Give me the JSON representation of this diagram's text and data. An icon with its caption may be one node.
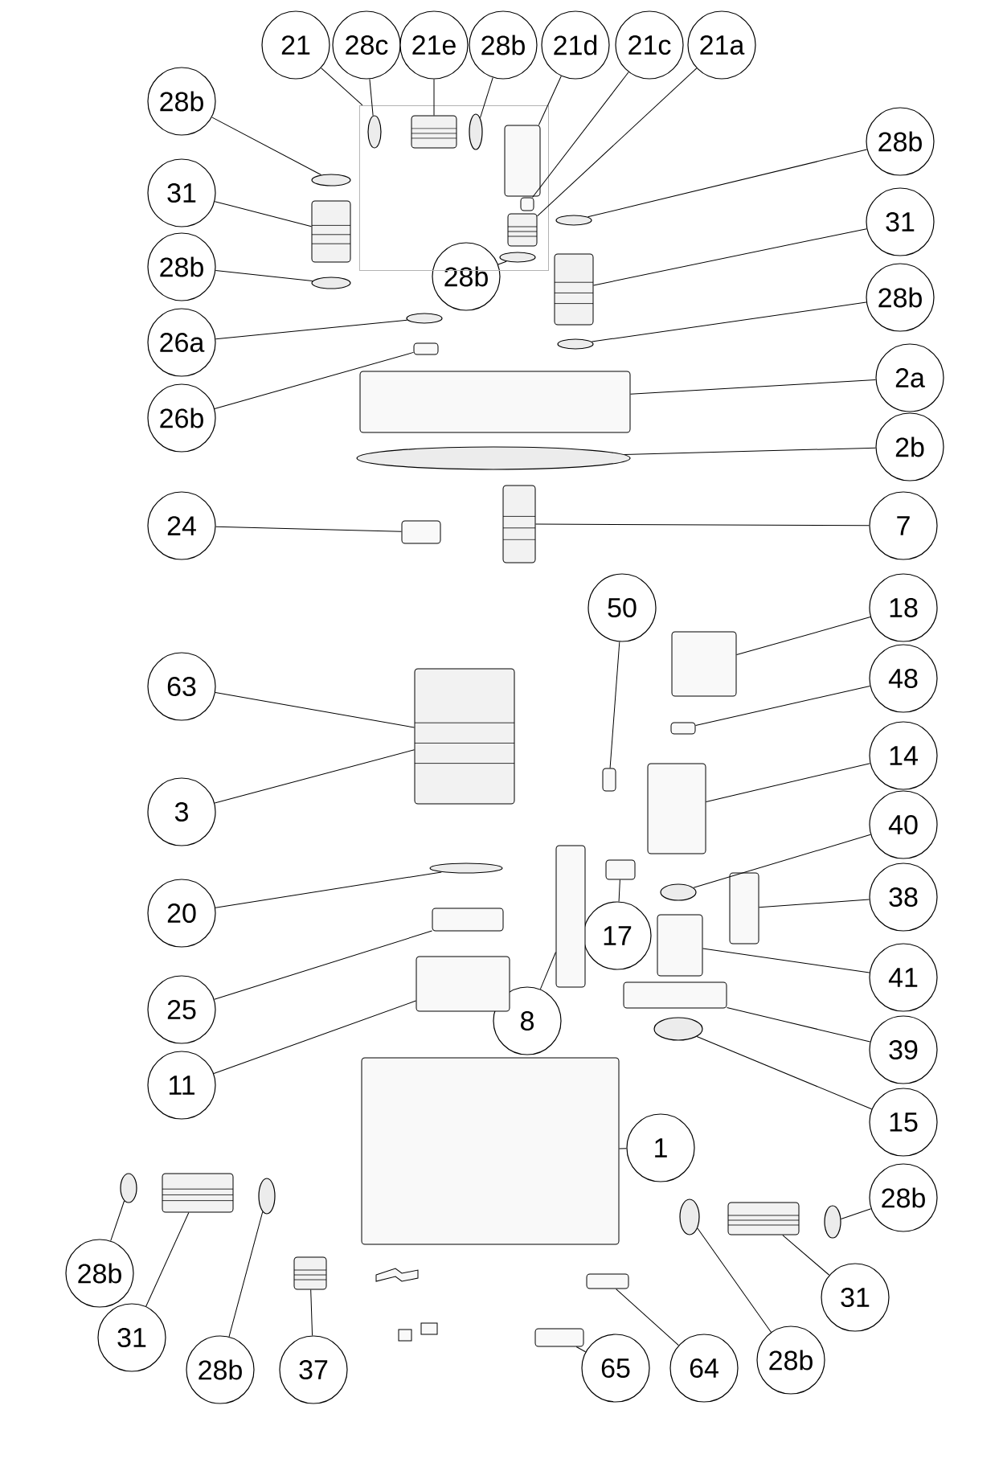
{
  "diagram": {
    "nodes": [
      {
        "text": [
          "21"
        ]
      },
      {
        "text": [
          "28c"
        ]
      },
      {
        "text": [
          "21e"
        ]
      },
      {
        "text": [
          "28b"
        ]
      },
      {
        "text": [
          "21d"
        ]
      },
      {
        "text": [
          "21c"
        ]
      },
      {
        "text": [
          "21a"
        ]
      },
      {
        "text": [
          "28b"
        ]
      },
      {
        "text": [
          "28b"
        ]
      },
      {
        "text": [
          "31"
        ]
      },
      {
        "text": [
          "31"
        ]
      },
      {
        "text": [
          "28b"
        ]
      },
      {
        "text": [
          "28b"
        ]
      },
      {
        "text": [
          "28b"
        ]
      },
      {
        "text": [
          "26a"
        ]
      },
      {
        "text": [
          "2a"
        ]
      },
      {
        "text": [
          "26b"
        ]
      },
      {
        "text": [
          "2b"
        ]
      },
      {
        "text": [
          "24"
        ]
      },
      {
        "text": [
          "7"
        ]
      },
      {
        "text": [
          "50"
        ]
      },
      {
        "text": [
          "18"
        ]
      },
      {
        "text": [
          "48"
        ]
      },
      {
        "text": [
          "63"
        ]
      },
      {
        "text": [
          "14"
        ]
      },
      {
        "text": [
          "3"
        ]
      },
      {
        "text": [
          "40"
        ]
      },
      {
        "text": [
          "38"
        ]
      },
      {
        "text": [
          "20"
        ]
      },
      {
        "text": [
          "17"
        ]
      },
      {
        "text": [
          "41"
        ]
      },
      {
        "text": [
          "25"
        ]
      },
      {
        "text": [
          "8"
        ]
      },
      {
        "text": [
          "39"
        ]
      },
      {
        "text": [
          "11"
        ]
      },
      {
        "text": [
          "15"
        ]
      },
      {
        "text": [
          "1"
        ]
      },
      {
        "text": [
          "28b"
        ]
      },
      {
        "text": [
          "28b"
        ]
      },
      {
        "text": [
          "31"
        ]
      },
      {
        "text": [
          "31"
        ]
      },
      {
        "text": [
          "28b"
        ]
      },
      {
        "text": [
          "28b"
        ]
      },
      {
        "text": [
          "37"
        ]
      },
      {
        "text": [
          "65"
        ]
      },
      {
        "text": [
          "64"
        ]
      },
      {
        "text": [],
        "shape": "box"
      },
      {
        "text": [],
        "shape": "circle",
        "in": 46
      },
      {
        "text": [],
        "shape": "picture",
        "in": 46
      },
      {
        "text": [],
        "shape": "circle",
        "in": 46
      },
      {
        "text": [],
        "shape": "box",
        "in": 46
      },
      {
        "text": [],
        "shape": "box",
        "in": 46
      },
      {
        "text": [],
        "shape": "picture",
        "in": 46
      },
      {
        "text": [],
        "shape": "circle",
        "in": 46
      },
      {
        "text": [],
        "shape": "circle"
      },
      {
        "text": [],
        "shape": "picture"
      },
      {
        "text": [],
        "shape": "circle"
      },
      {
        "text": [],
        "shape": "circle"
      },
      {
        "text": [],
        "shape": "picture"
      },
      {
        "text": [],
        "shape": "circle"
      },
      {
        "text": [],
        "shape": "circle"
      },
      {
        "text": [],
        "shape": "box"
      },
      {
        "text": [],
        "shape": "box"
      },
      {
        "text": [],
        "shape": "circle"
      },
      {
        "text": [],
        "shape": "box"
      },
      {
        "text": [],
        "shape": "picture"
      },
      {
        "text": [],
        "shape": "box"
      },
      {
        "text": [],
        "shape": "box"
      },
      {
        "text": [],
        "shape": "box"
      },
      {
        "text": [],
        "shape": "picture"
      },
      {
        "text": [],
        "shape": "box"
      },
      {
        "text": [],
        "shape": "circle"
      },
      {
        "text": [],
        "shape": "box"
      },
      {
        "text": [],
        "shape": "box"
      },
      {
        "text": [],
        "shape": "box"
      },
      {
        "text": [],
        "shape": "box"
      },
      {
        "text": [],
        "shape": "circle"
      },
      {
        "text": [],
        "shape": "box"
      },
      {
        "text": [],
        "shape": "box"
      },
      {
        "text": [],
        "shape": "box"
      },
      {
        "text": [],
        "shape": "circle"
      },
      {
        "text": [],
        "shape": "box"
      },
      {
        "text": [],
        "shape": "circle"
      },
      {
        "text": [],
        "shape": "picture"
      },
      {
        "text": [],
        "shape": "circle"
      },
      {
        "text": [],
        "shape": "circle"
      },
      {
        "text": [],
        "shape": "picture"
      },
      {
        "text": [],
        "shape": "circle"
      },
      {
        "text": [],
        "shape": "picture"
      },
      {
        "text": [],
        "shape": "box"
      },
      {
        "text": [],
        "shape": "box"
      }
    ],
    "edges": [
      {
        "from": 0,
        "to": 46,
        "arrow": "none"
      },
      {
        "from": 1,
        "to": 47,
        "arrow": "none"
      },
      {
        "from": 2,
        "to": 48,
        "arrow": "none"
      },
      {
        "from": 3,
        "to": 49,
        "arrow": "none"
      },
      {
        "from": 4,
        "to": 50,
        "arrow": "none"
      },
      {
        "from": 5,
        "to": 51,
        "arrow": "none"
      },
      {
        "from": 6,
        "to": 52,
        "arrow": "none"
      },
      {
        "from": 7,
        "to": 54,
        "arrow": "none"
      },
      {
        "from": 8,
        "to": 57,
        "arrow": "none"
      },
      {
        "from": 9,
        "to": 55,
        "arrow": "none"
      },
      {
        "from": 10,
        "to": 58,
        "arrow": "none"
      },
      {
        "from": 11,
        "to": 56,
        "arrow": "none"
      },
      {
        "from": 12,
        "to": 53,
        "arrow": "none"
      },
      {
        "from": 13,
        "to": 59,
        "arrow": "none"
      },
      {
        "from": 14,
        "to": 60,
        "arrow": "none"
      },
      {
        "from": 15,
        "to": 62,
        "arrow": "none"
      },
      {
        "from": 16,
        "to": 61,
        "arrow": "none"
      },
      {
        "from": 17,
        "to": 63,
        "arrow": "none"
      },
      {
        "from": 18,
        "to": 64,
        "arrow": "none"
      },
      {
        "from": 19,
        "to": 65,
        "arrow": "none"
      },
      {
        "from": 20,
        "to": 66,
        "arrow": "none"
      },
      {
        "from": 21,
        "to": 67,
        "arrow": "none"
      },
      {
        "from": 22,
        "to": 68,
        "arrow": "none"
      },
      {
        "from": 23,
        "to": 69,
        "arrow": "none"
      },
      {
        "from": 24,
        "to": 70,
        "arrow": "none"
      },
      {
        "from": 25,
        "to": 69,
        "arrow": "none"
      },
      {
        "from": 26,
        "to": 71,
        "arrow": "none"
      },
      {
        "from": 27,
        "to": 72,
        "arrow": "none"
      },
      {
        "from": 28,
        "to": 76,
        "arrow": "none"
      },
      {
        "from": 29,
        "to": 73,
        "arrow": "none"
      },
      {
        "from": 30,
        "to": 74,
        "arrow": "none"
      },
      {
        "from": 31,
        "to": 77,
        "arrow": "none"
      },
      {
        "from": 32,
        "to": 75,
        "arrow": "none"
      },
      {
        "from": 33,
        "to": 79,
        "arrow": "none"
      },
      {
        "from": 34,
        "to": 78,
        "arrow": "none"
      },
      {
        "from": 35,
        "to": 80,
        "arrow": "none"
      },
      {
        "from": 36,
        "to": 81,
        "arrow": "none"
      },
      {
        "from": 37,
        "to": 84,
        "arrow": "none"
      },
      {
        "from": 38,
        "to": 85,
        "arrow": "none"
      },
      {
        "from": 39,
        "to": 83,
        "arrow": "none"
      },
      {
        "from": 40,
        "to": 86,
        "arrow": "none"
      },
      {
        "from": 41,
        "to": 82,
        "arrow": "none"
      },
      {
        "from": 42,
        "to": 87,
        "arrow": "none"
      },
      {
        "from": 43,
        "to": 88,
        "arrow": "none"
      },
      {
        "from": 44,
        "to": 89,
        "arrow": "none"
      },
      {
        "from": 45,
        "to": 90,
        "arrow": "none"
      }
    ]
  }
}
